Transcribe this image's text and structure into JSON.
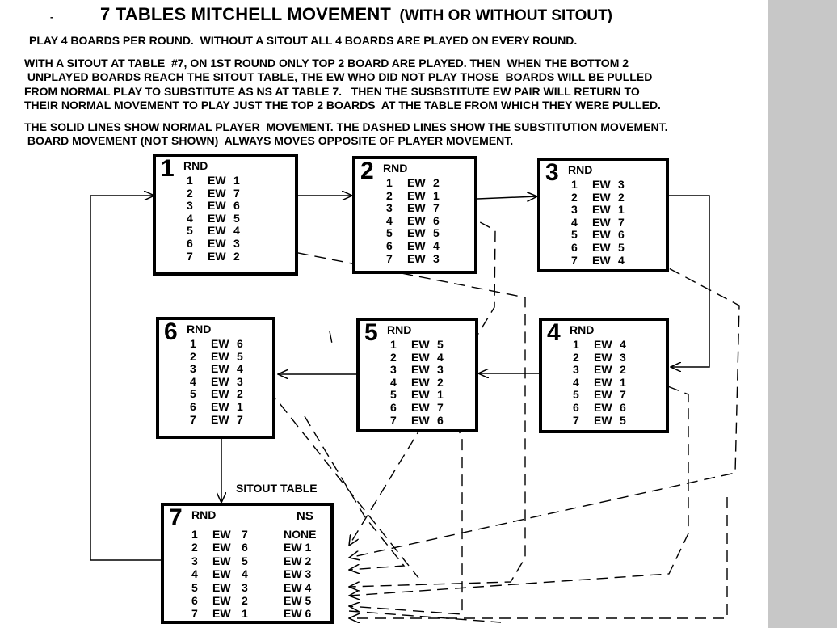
{
  "title": {
    "main": "7 TABLES    MITCHELL MOVEMENT",
    "sub": "(WITH OR WITHOUT SITOUT)",
    "mark": "-"
  },
  "notes": {
    "line1": "PLAY 4 BOARDS PER ROUND.  WITHOUT A SITOUT ALL 4 BOARDS ARE PLAYED ON EVERY ROUND.",
    "para2": "WITH A SITOUT AT TABLE  #7, ON 1ST ROUND ONLY TOP 2 BOARD ARE PLAYED. THEN  WHEN THE BOTTOM 2\n UNPLAYED BOARDS REACH THE SITOUT TABLE, THE EW WHO DID NOT PLAY THOSE  BOARDS WILL BE PULLED\nFROM NORMAL PLAY TO SUBSTITUTE AS NS AT TABLE 7.   THEN THE SUSBSTITUTE EW PAIR WILL RETURN TO\nTHEIR NORMAL MOVEMENT TO PLAY JUST THE TOP 2 BOARDS  AT THE TABLE FROM WHICH THEY WERE PULLED.",
    "para3": "THE SOLID LINES SHOW NORMAL PLAYER  MOVEMENT. THE DASHED LINES SHOW THE SUBSTITUTION MOVEMENT.\n BOARD MOVEMENT (NOT SHOWN)  ALWAYS MOVES OPPOSITE OF PLAYER MOVEMENT."
  },
  "labels": {
    "rnd": "RND",
    "ew": "EW",
    "ns": "NS",
    "sitout": "SITOUT TABLE"
  },
  "tables": [
    {
      "num": "1",
      "rows": [
        [
          "1",
          "1"
        ],
        [
          "2",
          "7"
        ],
        [
          "3",
          "6"
        ],
        [
          "4",
          "5"
        ],
        [
          "5",
          "4"
        ],
        [
          "6",
          "3"
        ],
        [
          "7",
          "2"
        ]
      ]
    },
    {
      "num": "2",
      "rows": [
        [
          "1",
          "2"
        ],
        [
          "2",
          "1"
        ],
        [
          "3",
          "7"
        ],
        [
          "4",
          "6"
        ],
        [
          "5",
          "5"
        ],
        [
          "6",
          "4"
        ],
        [
          "7",
          "3"
        ]
      ]
    },
    {
      "num": "3",
      "rows": [
        [
          "1",
          "3"
        ],
        [
          "2",
          "2"
        ],
        [
          "3",
          "1"
        ],
        [
          "4",
          "7"
        ],
        [
          "5",
          "6"
        ],
        [
          "6",
          "5"
        ],
        [
          "7",
          "4"
        ]
      ]
    },
    {
      "num": "4",
      "rows": [
        [
          "1",
          "4"
        ],
        [
          "2",
          "3"
        ],
        [
          "3",
          "2"
        ],
        [
          "4",
          "1"
        ],
        [
          "5",
          "7"
        ],
        [
          "6",
          "6"
        ],
        [
          "7",
          "5"
        ]
      ]
    },
    {
      "num": "5",
      "rows": [
        [
          "1",
          "5"
        ],
        [
          "2",
          "4"
        ],
        [
          "3",
          "3"
        ],
        [
          "4",
          "2"
        ],
        [
          "5",
          "1"
        ],
        [
          "6",
          "7"
        ],
        [
          "7",
          "6"
        ]
      ]
    },
    {
      "num": "6",
      "rows": [
        [
          "1",
          "6"
        ],
        [
          "2",
          "5"
        ],
        [
          "3",
          "4"
        ],
        [
          "4",
          "3"
        ],
        [
          "5",
          "2"
        ],
        [
          "6",
          "1"
        ],
        [
          "7",
          "7"
        ]
      ]
    },
    {
      "num": "7",
      "rows": [
        [
          "1",
          "7",
          "NONE"
        ],
        [
          "2",
          "6",
          "EW 1"
        ],
        [
          "3",
          "5",
          "EW 2"
        ],
        [
          "4",
          "4",
          "EW 3"
        ],
        [
          "5",
          "3",
          "EW 4"
        ],
        [
          "6",
          "2",
          "EW 5"
        ],
        [
          "7",
          "1",
          "EW 6"
        ]
      ]
    }
  ]
}
